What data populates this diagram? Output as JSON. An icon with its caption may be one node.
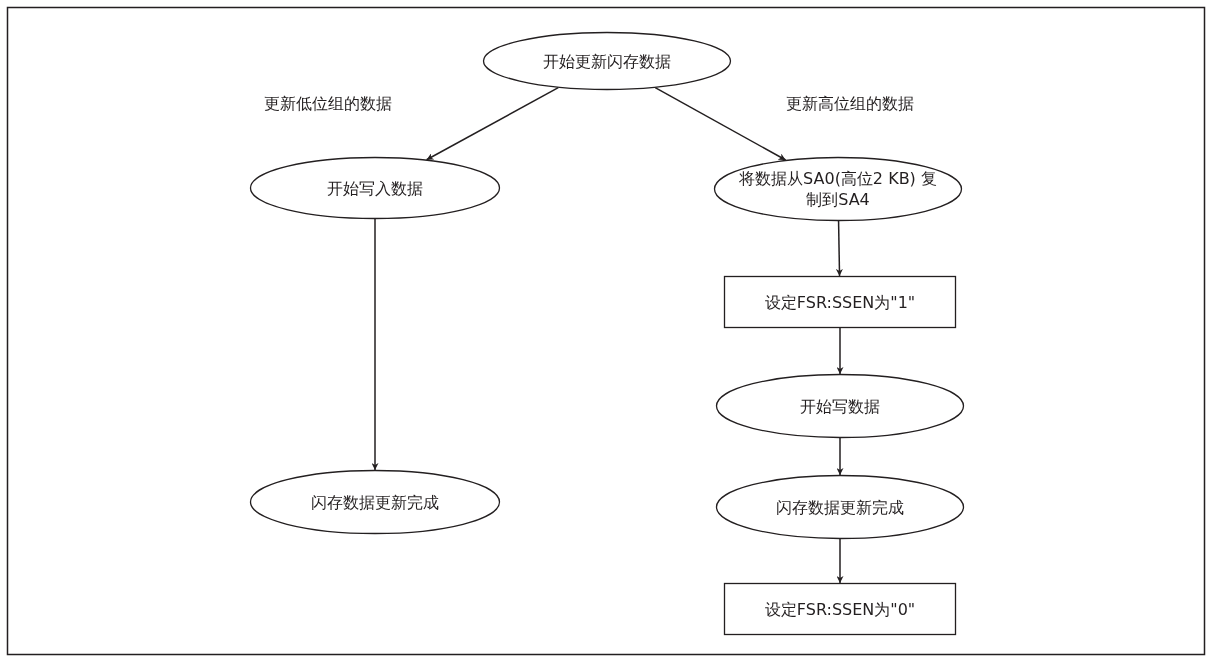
{
  "diagram": {
    "nodes": [
      {
        "text": [
          "开始更新闪存数据"
        ]
      },
      {
        "text": [
          "开始写入数据"
        ]
      },
      {
        "text": [
          "将数据从SA0(高位2 KB) 复制到SA4"
        ]
      },
      {
        "text": [
          "设定FSR:SSEN为\"1\""
        ]
      },
      {
        "text": [
          "开始写数据"
        ]
      },
      {
        "text": [
          "闪存数据更新完成"
        ]
      },
      {
        "text": [
          "设定FSR:SSEN为\"0\""
        ]
      },
      {
        "text": [
          "闪存数据更新完成"
        ]
      }
    ],
    "edges": [
      {
        "from": 0,
        "to": 1,
        "arrow": "to",
        "label": "更新低位组的数据"
      },
      {
        "from": 0,
        "to": 2,
        "arrow": "to",
        "label": "更新高位组的数据"
      },
      {
        "from": 2,
        "to": 3,
        "arrow": "to"
      },
      {
        "from": 3,
        "to": 4,
        "arrow": "to"
      },
      {
        "from": 4,
        "to": 5,
        "arrow": "to"
      },
      {
        "from": 5,
        "to": 6,
        "arrow": "to"
      },
      {
        "from": 1,
        "to": 7,
        "arrow": "to"
      }
    ]
  }
}
